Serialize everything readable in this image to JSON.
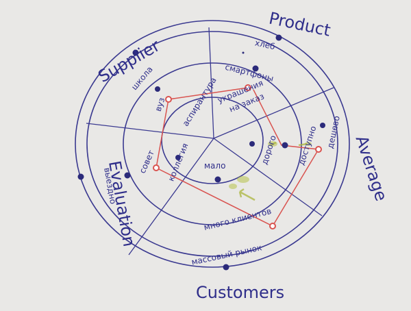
{
  "axes": {
    "product": "Product",
    "average": "Average",
    "customers": "Customers",
    "evaluation": "Evaluation",
    "supplier": "Supplier"
  },
  "items": {
    "khleb": "хлеб",
    "smartfony": "смартфоны",
    "ukrashenia": "украшения",
    "na_zakaz": "на заказ",
    "dorogo": "дорого",
    "dostupno": "доступно",
    "deshevo": "дешево",
    "malo": "мало",
    "mnogo_klientov": "много клиентов",
    "massovy_rynok": "массовый рынок",
    "vuz": "вуз",
    "shkola": "школа",
    "aspirantura": "аспирантура",
    "kollegia": "коллегия",
    "sovet": "совет",
    "vyezdno": "выездно"
  },
  "colors": {
    "ink": "#2f2e8a",
    "red_line": "#d9534f",
    "paper": "#e9e8e6",
    "highlighter": "#b7c24a"
  }
}
